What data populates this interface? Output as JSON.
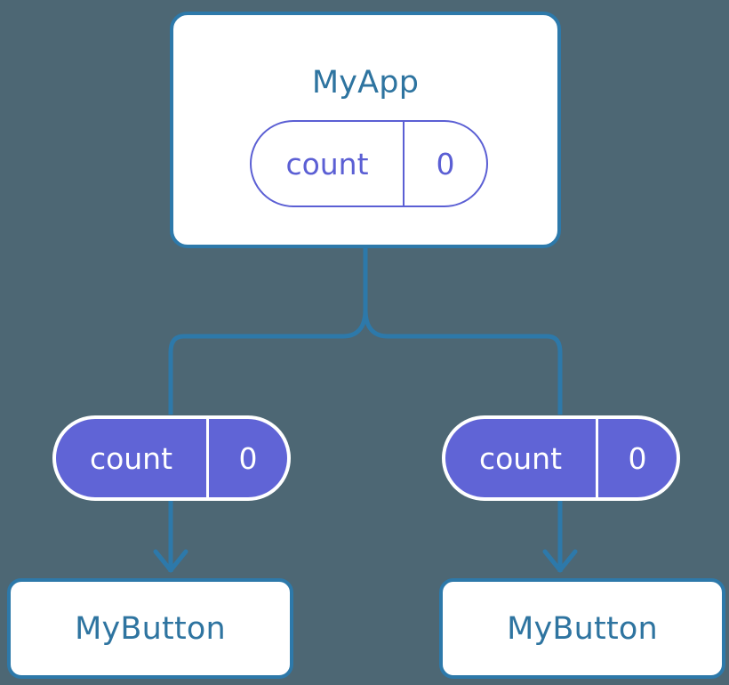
{
  "diagram": {
    "title_text": "MyApp",
    "background_color": "#4d6774",
    "line_color": "#2d79aa",
    "accent_color": "#6064d6",
    "text_color": "#2e74a0",
    "root": {
      "name": "MyApp",
      "state": {
        "key": "count",
        "value": "0"
      }
    },
    "children": [
      {
        "name": "MyButton",
        "state": {
          "key": "count",
          "value": "0"
        }
      },
      {
        "name": "MyButton",
        "state": {
          "key": "count",
          "value": "0"
        }
      }
    ]
  }
}
